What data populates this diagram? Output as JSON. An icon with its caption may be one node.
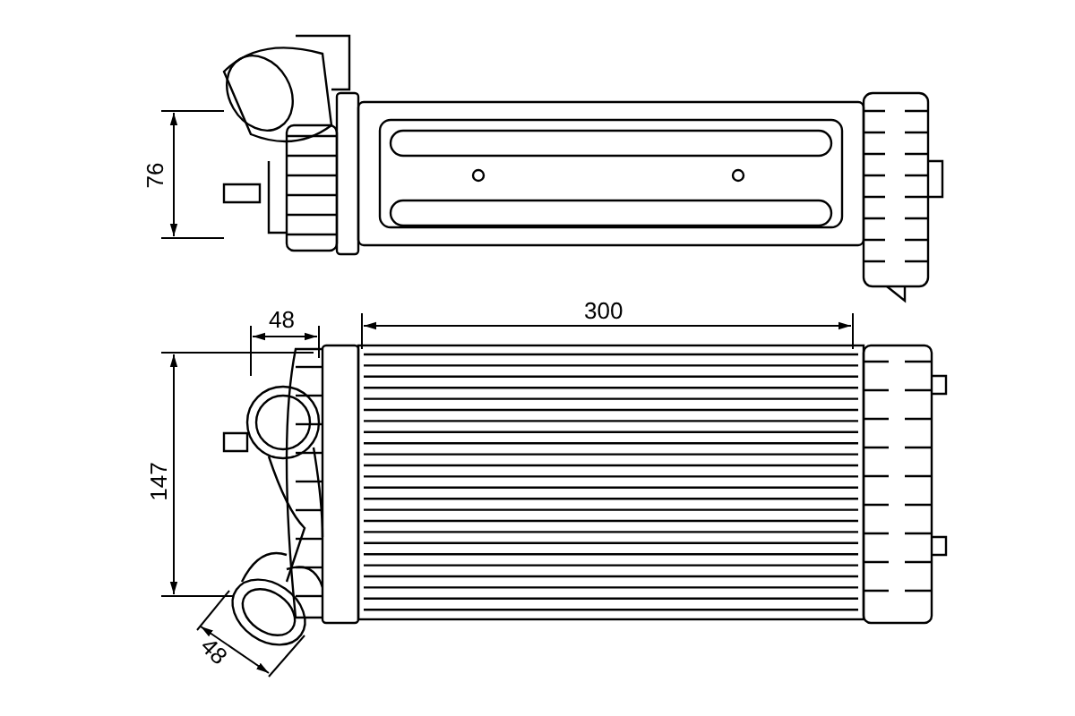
{
  "diagram": {
    "labels": [
      "76",
      "48",
      "300",
      "147",
      "48"
    ]
  }
}
